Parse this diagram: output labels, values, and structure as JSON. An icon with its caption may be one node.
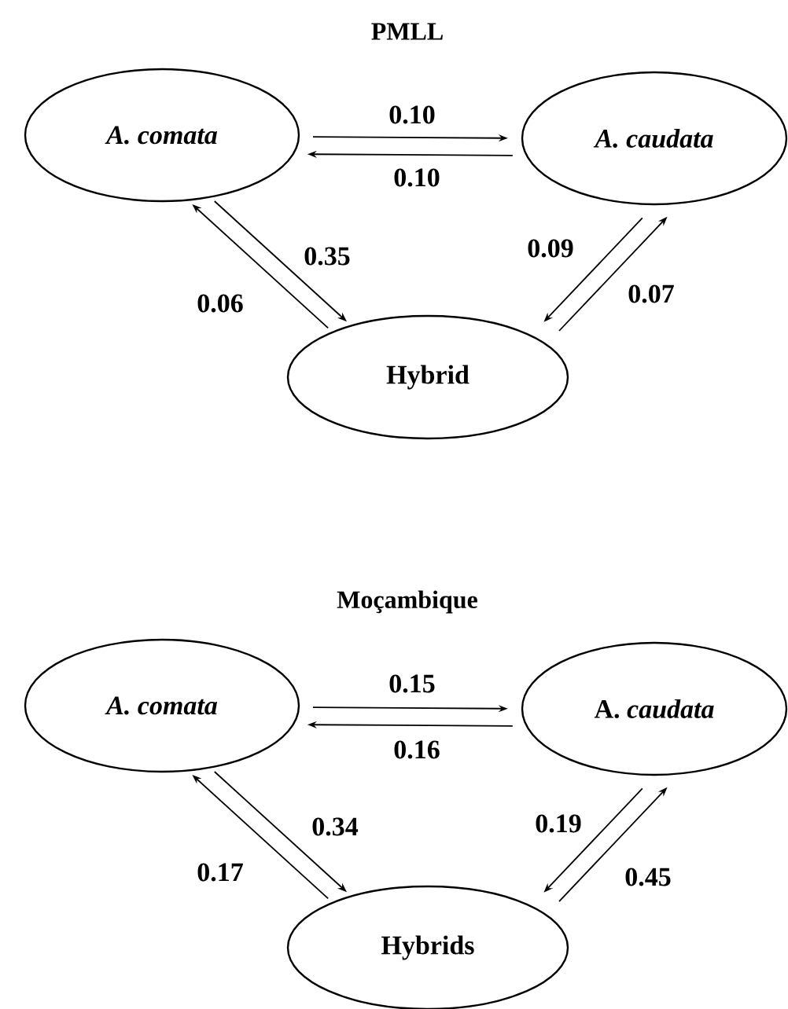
{
  "diagram": {
    "nodes": [
      {
        "text": [
          "A. comata"
        ]
      },
      {
        "text": [
          "A. caudata"
        ]
      },
      {
        "text": [
          "Hybrid"
        ]
      },
      {
        "text": [
          "A. comata"
        ]
      },
      {
        "text": [
          "A. *caudata*"
        ]
      },
      {
        "text": [
          "Hybrids"
        ]
      }
    ],
    "edges": [
      {
        "from": 0,
        "to": 1,
        "arrow": "to",
        "label": "0.10"
      },
      {
        "from": 1,
        "to": 0,
        "arrow": "to",
        "label": "0.10"
      },
      {
        "from": 2,
        "to": 0,
        "arrow": "to",
        "label": "0.06"
      },
      {
        "from": 0,
        "to": 2,
        "arrow": "to",
        "label": "0.35"
      },
      {
        "from": 1,
        "to": 2,
        "arrow": "to",
        "label": "0.09"
      },
      {
        "from": 2,
        "to": 1,
        "arrow": "to",
        "label": "0.07"
      },
      {
        "from": 3,
        "to": 4,
        "arrow": "to",
        "label": "0.15"
      },
      {
        "from": 4,
        "to": 3,
        "arrow": "to",
        "label": "0.16"
      },
      {
        "from": 5,
        "to": 3,
        "arrow": "to",
        "label": "0.17"
      },
      {
        "from": 3,
        "to": 5,
        "arrow": "to",
        "label": "0.34"
      },
      {
        "from": 4,
        "to": 5,
        "arrow": "to",
        "label": "0.19"
      },
      {
        "from": 5,
        "to": 4,
        "arrow": "to",
        "label": "0.45"
      }
    ],
    "labels": [
      "PMLL",
      "Moçambique"
    ]
  }
}
